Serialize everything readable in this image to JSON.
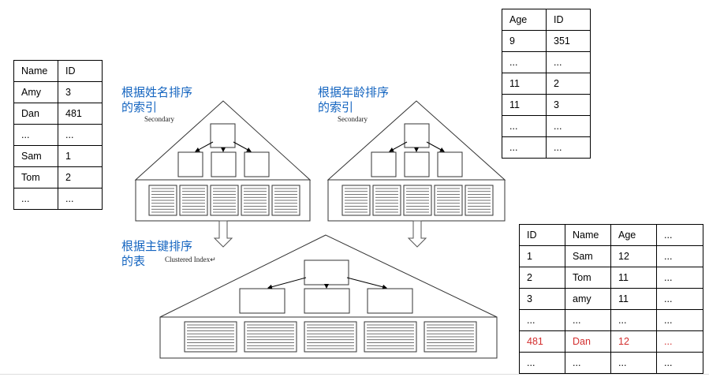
{
  "tables": {
    "name_index": {
      "headers": [
        "Name",
        "ID"
      ],
      "rows": [
        [
          "Amy",
          "3"
        ],
        [
          "Dan",
          "481"
        ],
        [
          "...",
          "..."
        ],
        [
          "Sam",
          "1"
        ],
        [
          "Tom",
          "2"
        ],
        [
          "...",
          "..."
        ]
      ]
    },
    "age_index": {
      "headers": [
        "Age",
        "ID"
      ],
      "rows": [
        [
          "9",
          "351"
        ],
        [
          "...",
          "..."
        ],
        [
          "11",
          "2"
        ],
        [
          "11",
          "3"
        ],
        [
          "...",
          "..."
        ],
        [
          "...",
          "..."
        ]
      ]
    },
    "primary": {
      "headers": [
        "ID",
        "Name",
        "Age",
        "..."
      ],
      "rows": [
        [
          "1",
          "Sam",
          "12",
          "..."
        ],
        [
          "2",
          "Tom",
          "11",
          "..."
        ],
        [
          "3",
          "amy",
          "11",
          "..."
        ],
        [
          "...",
          "...",
          "...",
          "..."
        ],
        [
          "481",
          "Dan",
          "12",
          "..."
        ],
        [
          "...",
          "...",
          "...",
          "..."
        ]
      ],
      "highlight_row": 4,
      "highlight_color": "#d32f2f"
    }
  },
  "labels": {
    "name_index_line1": "根据姓名排序",
    "name_index_line2": "的索引",
    "name_index_sub": "Secondary",
    "age_index_line1": "根据年龄排序",
    "age_index_line2": "的索引",
    "age_index_sub": "Secondary",
    "primary_line1": "根据主键排序",
    "primary_line2": "的表",
    "primary_sub": "Clustered Index↵"
  },
  "colors": {
    "label_blue": "#1565c0"
  }
}
